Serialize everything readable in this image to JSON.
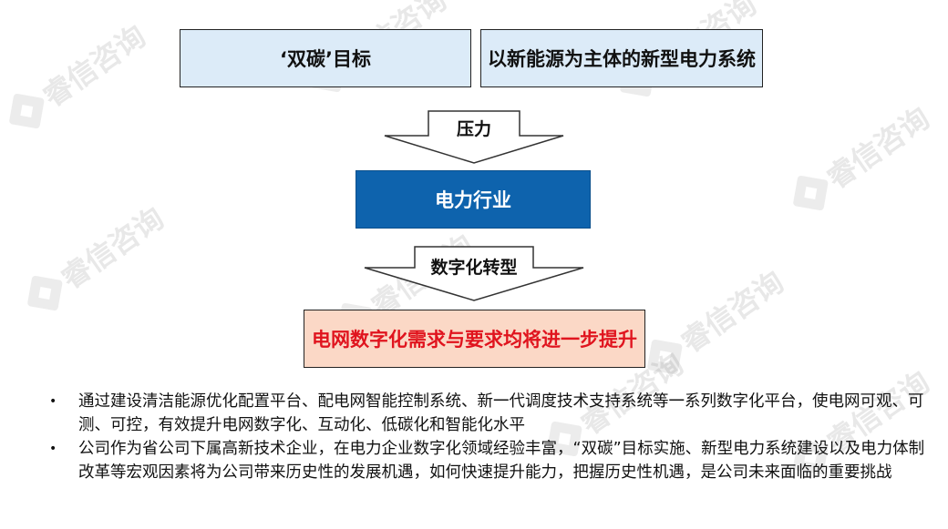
{
  "diagram": {
    "top_left_box": "‘双碳’目标",
    "top_right_box": "以新能源为主体的新型电力系统",
    "arrow_1_label": "压力",
    "middle_box": "电力行业",
    "arrow_2_label": "数字化转型",
    "bottom_box": "电网数字化需求与要求均将进一步提升"
  },
  "bullets": [
    "通过建设清洁能源优化配置平台、配电网智能控制系统、新一代调度技术支持系统等一系列数字化平台，使电网可观、可测、可控，有效提升电网数字化、互动化、低碳化和智能化水平",
    "公司作为省公司下属高新技术企业，在电力企业数字化领域经验丰富，“双碳”目标实施、新型电力系统建设以及电力体制改革等宏观因素将为公司带来历史性的发展机遇，如何快速提升能力，把握历史性机遇，是公司未来面临的重要挑战"
  ],
  "bullet_symbol": "•",
  "watermark_text": "睿信咨询",
  "colors": {
    "top_box_fill": "#dcebf8",
    "middle_box_fill": "#0e63ad",
    "bottom_box_fill": "#fbd8c6",
    "bottom_box_text": "#e0141e"
  }
}
